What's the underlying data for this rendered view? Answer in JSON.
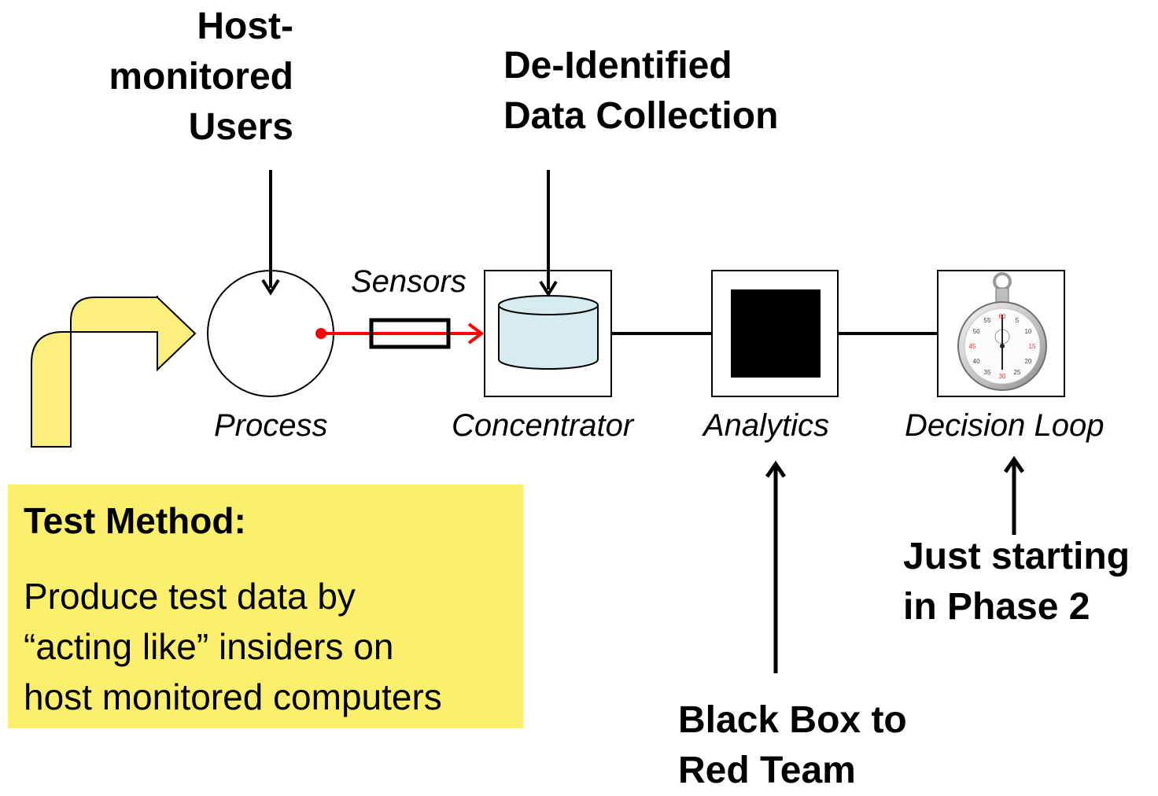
{
  "labels": {
    "host_monitored_users": [
      "Host-",
      "monitored",
      "Users"
    ],
    "de_identified": [
      "De-Identified",
      "Data Collection"
    ],
    "sensors": "Sensors",
    "process": "Process",
    "concentrator": "Concentrator",
    "analytics": "Analytics",
    "decision_loop": "Decision Loop",
    "just_starting": [
      "Just starting",
      "in Phase 2"
    ],
    "black_box": [
      "Black Box to",
      "Red Team"
    ]
  },
  "test_method": {
    "heading": "Test Method:",
    "body": [
      "Produce test data by",
      "“acting like” insiders on",
      "host monitored computers"
    ]
  },
  "stopwatch_dial": [
    "60",
    "5",
    "10",
    "15",
    "20",
    "25",
    "30",
    "35",
    "40",
    "45",
    "50",
    "55"
  ],
  "colors": {
    "entry_arrow_fill": "#fbee7c",
    "sensor_line": "#ff0000",
    "cylinder_fill": "#d5ebee",
    "test_box_bg": "#fdef6e",
    "black_box": "#000000"
  }
}
